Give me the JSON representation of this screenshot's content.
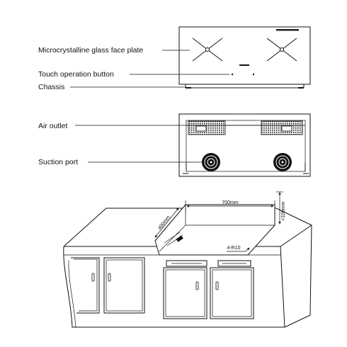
{
  "labels": {
    "face_plate": "Microcrystalline glass face plate",
    "touch_button": "Touch operation button",
    "chassis": "Chassis",
    "air_outlet": "Air outlet",
    "suction_port": "Suction port"
  },
  "dimensions": {
    "width": "700mm",
    "depth": "400mm",
    "clearance": ">100mm",
    "corner_radius": "4-R10"
  }
}
